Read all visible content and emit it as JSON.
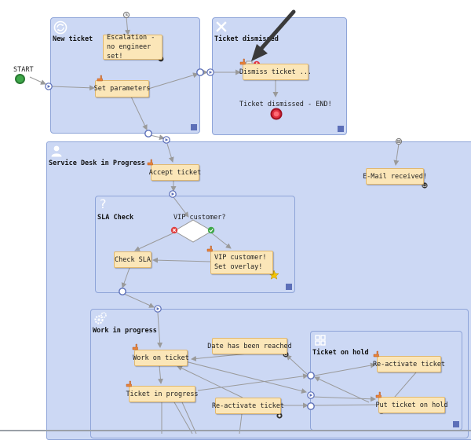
{
  "start": {
    "label": "START"
  },
  "groups": {
    "new_ticket": {
      "title": "New ticket"
    },
    "ticket_dismissed": {
      "title": "Ticket dismissed"
    },
    "service_desk": {
      "title": "Service Desk in Progress"
    },
    "sla_check": {
      "title": "SLA Check"
    },
    "work_in_progress": {
      "title": "Work in progress"
    },
    "ticket_on_hold": {
      "title": "Ticket on hold"
    }
  },
  "tasks": {
    "escalation": "Escalation - no engineer set!",
    "set_parameters": "Set parameters",
    "dismiss_ticket": "Dismiss ticket ...",
    "accept_ticket": "Accept ticket",
    "email_received": "E-Mail received!",
    "check_sla": "Check SLA",
    "vip_overlay": "VIP customer! Set overlay!",
    "work_on_ticket": "Work on ticket",
    "date_reached": "Date has been reached",
    "ticket_in_progress": "Ticket in progress",
    "reactivate_ticket_main": "Re-activate ticket",
    "reactivate_ticket_hold": "Re-activate ticket",
    "put_on_hold": "Put ticket on hold"
  },
  "labels": {
    "ticket_dismissed_end": "Ticket dismissed - END!",
    "vip_question": "VIP customer?"
  },
  "colors": {
    "group_fill": "#ccd8f4",
    "group_border": "#8ea4d8",
    "task_fill": "#fbe6b8",
    "task_border": "#e0b870",
    "start_green": "#3fa84a",
    "end_red": "#e03040",
    "connector": "#9a9a9a"
  }
}
